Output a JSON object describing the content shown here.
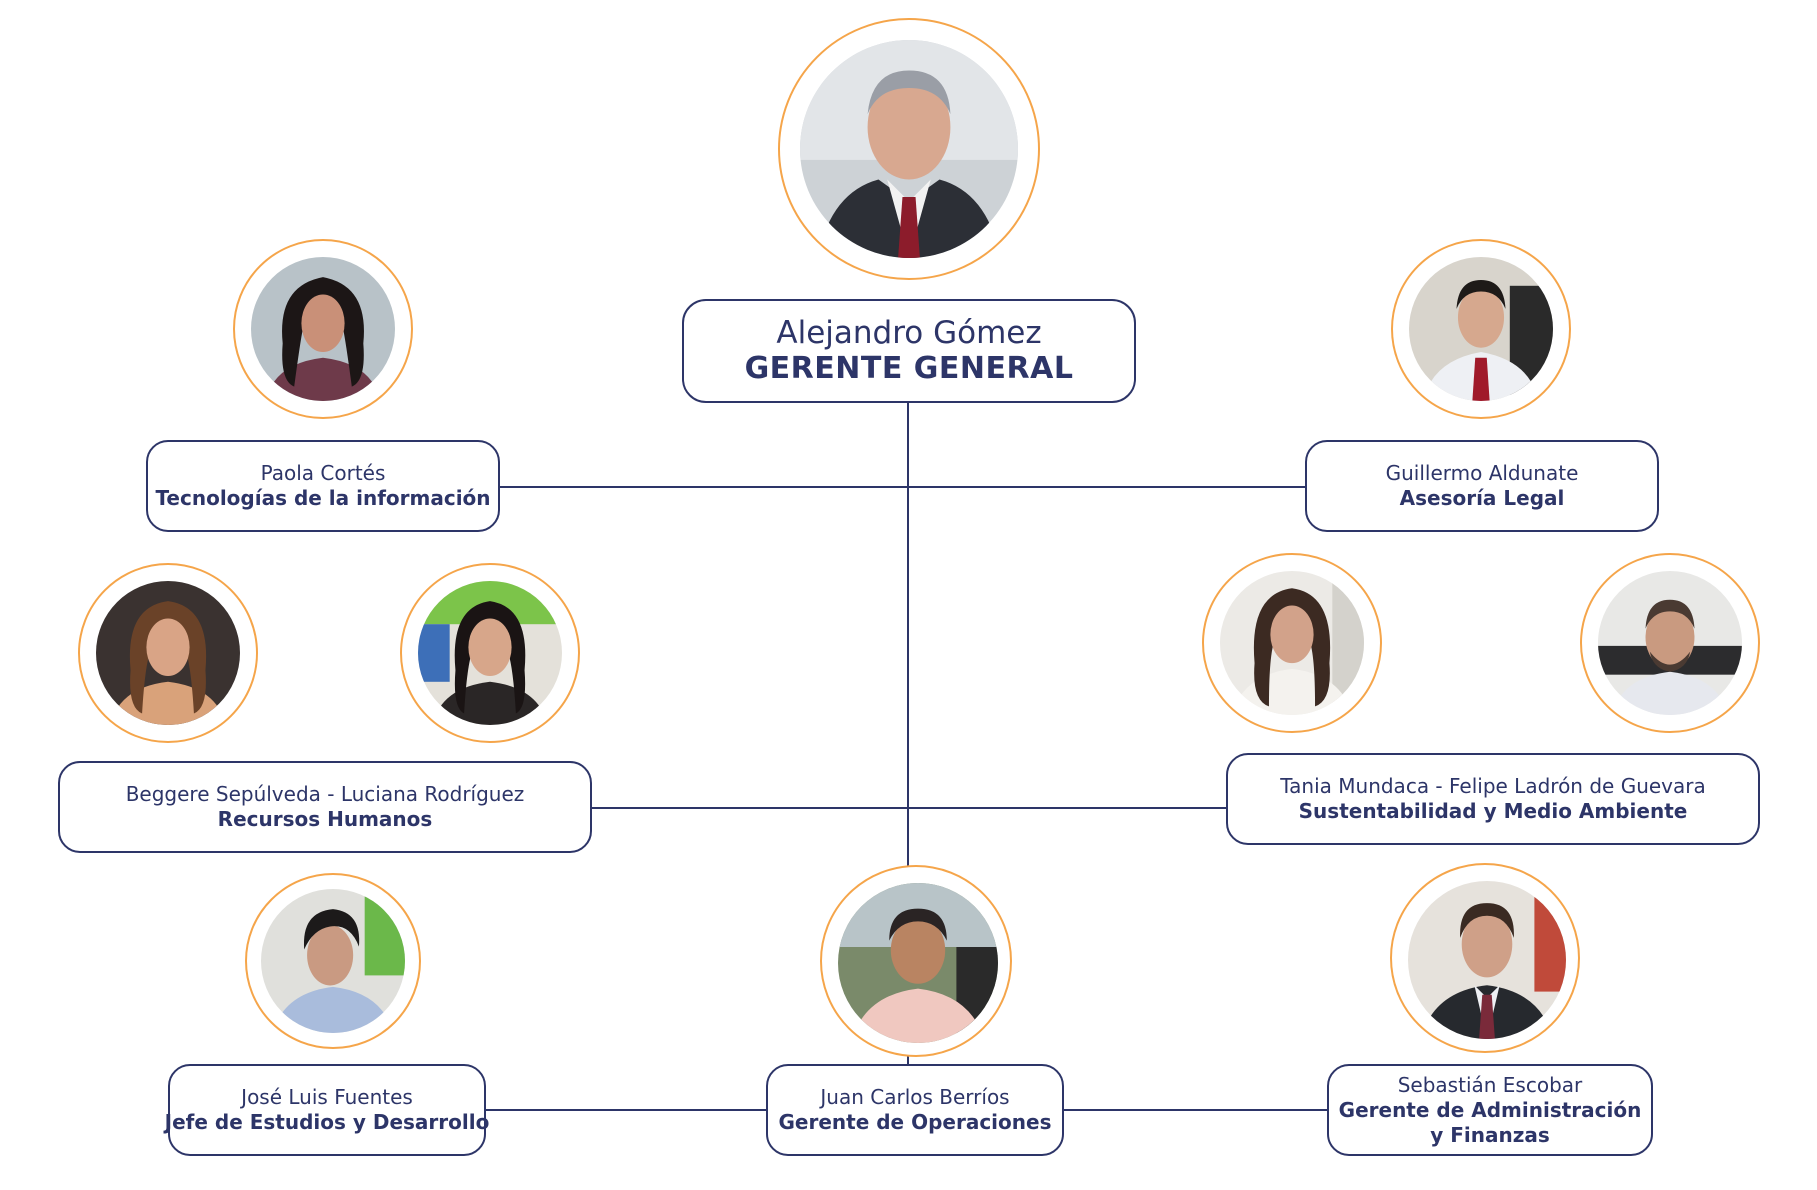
{
  "colors": {
    "navy": "#2d3568",
    "orange_ring": "#f5a54a",
    "background": "#ffffff"
  },
  "ceo": {
    "name": "Alejandro Gómez",
    "role": "GERENTE GENERAL"
  },
  "staff": [
    {
      "name": "Paola Cortés",
      "role": "Tecnologías de la información"
    },
    {
      "name": "Guillermo Aldunate",
      "role": "Asesoría Legal"
    },
    {
      "name": "Beggere Sepúlveda - Luciana Rodríguez",
      "role": "Recursos Humanos"
    },
    {
      "name": "Tania Mundaca - Felipe Ladrón de Guevara",
      "role": "Sustentabilidad y Medio Ambiente"
    }
  ],
  "managers": [
    {
      "name": "José Luis Fuentes",
      "role": "Jefe de Estudios y Desarrollo"
    },
    {
      "name": "Juan Carlos Berríos",
      "role": "Gerente de Operaciones"
    },
    {
      "name": "Sebastián Escobar",
      "role": "Gerente de Administración",
      "role_line2": "y Finanzas"
    }
  ],
  "photos": [
    {
      "icon": "person-photo-icon",
      "subject": "ceo"
    },
    {
      "icon": "person-photo-icon",
      "subject": "ti"
    },
    {
      "icon": "person-photo-icon",
      "subject": "legal"
    },
    {
      "icon": "person-photo-icon",
      "subject": "rrhh-1"
    },
    {
      "icon": "person-photo-icon",
      "subject": "rrhh-2"
    },
    {
      "icon": "person-photo-icon",
      "subject": "sustentabilidad-1"
    },
    {
      "icon": "person-photo-icon",
      "subject": "sustentabilidad-2"
    },
    {
      "icon": "person-photo-icon",
      "subject": "estudios"
    },
    {
      "icon": "person-photo-icon",
      "subject": "operaciones"
    },
    {
      "icon": "person-photo-icon",
      "subject": "administracion"
    }
  ]
}
